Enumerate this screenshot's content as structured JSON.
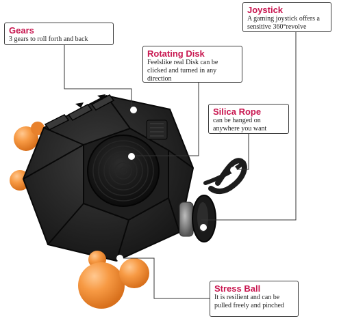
{
  "accent_color": "#c8164f",
  "callouts": {
    "gears": {
      "title": "Gears",
      "desc": "3 gears to roll forth and back"
    },
    "joystick": {
      "title": "Joystick",
      "desc": "A gaming joystick offers a sensitive 360°revolve"
    },
    "disk": {
      "title": "Rotating Disk",
      "desc": "Feelslike real Disk can be clicked and turned in any direction"
    },
    "rope": {
      "title": "Silica Rope",
      "desc": "can be hanged on anywhere you want"
    },
    "ball": {
      "title": "Stress Ball",
      "desc": "It is resilient and can be pulled freely and pinched"
    }
  }
}
